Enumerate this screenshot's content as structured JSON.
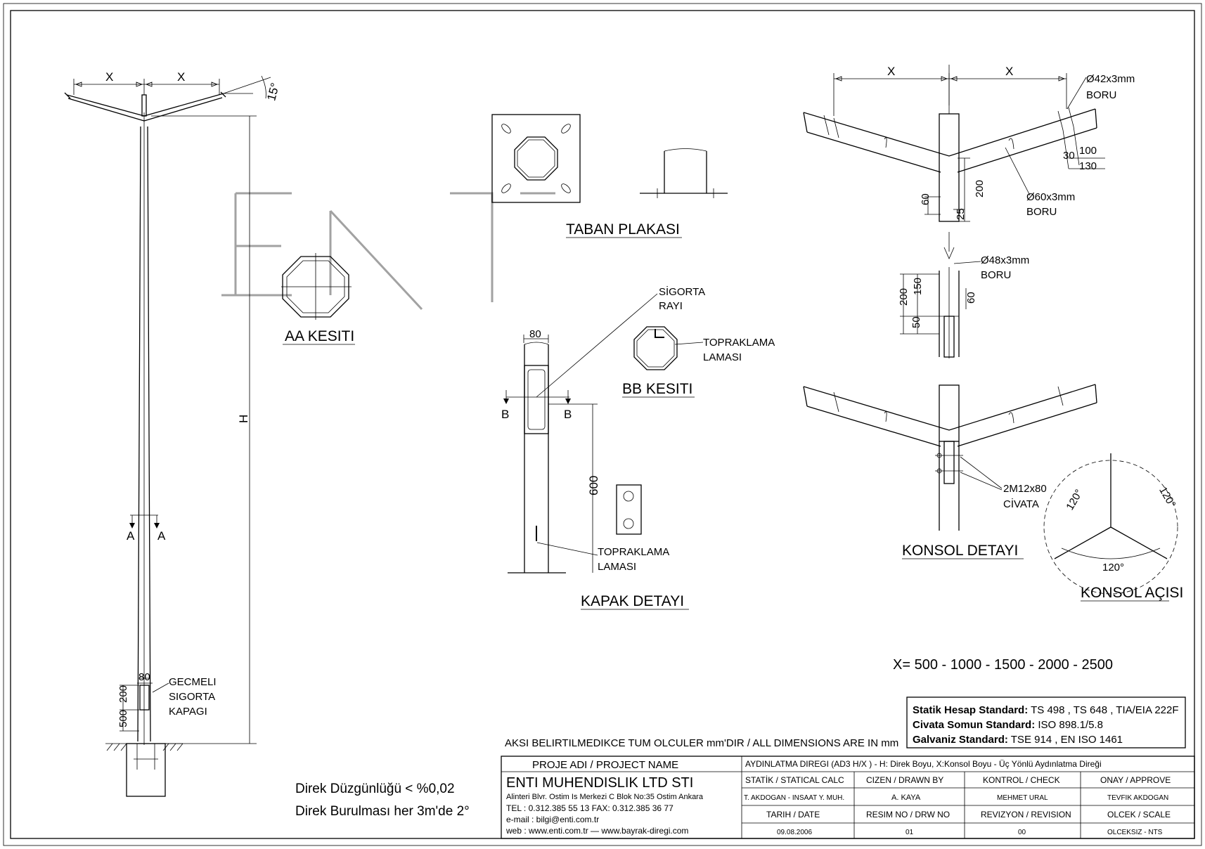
{
  "dimensions": {
    "x_left": "X",
    "x_right": "X",
    "angle_15": "15°",
    "height": "H",
    "d80_base": "80",
    "d500": "500",
    "d200_base": "200",
    "d80_cover": "80",
    "d600": "600",
    "kx_left": "X",
    "kx_right": "X",
    "d200_konsol": "200",
    "d60_konsol": "60",
    "d25": "25",
    "d30": "30",
    "d100": "100",
    "d130": "130",
    "d200_joint": "200",
    "d150": "150",
    "d50": "50",
    "d60_joint": "60",
    "angle_120_left": "120°",
    "angle_120_right": "120°",
    "angle_120_bottom": "120°"
  },
  "section_marks": {
    "a_left": "A",
    "a_right": "A",
    "b_left": "B",
    "b_right": "B"
  },
  "titles": {
    "aa_kesiti": "AA KESITI",
    "taban_plakasi": "TABAN PLAKASI",
    "bb_kesiti": "BB KESITI",
    "kapak_detayi": "KAPAK DETAYI",
    "konsol_detayi": "KONSOL DETAYI",
    "konsol_acisi": "KONSOL AÇISI"
  },
  "labels": {
    "gecmeli_1": "GECMELI",
    "gecmeli_2": "SIGORTA",
    "gecmeli_3": "KAPAGI",
    "sigorta_1": "SİGORTA",
    "sigorta_2": "RAYI",
    "topraklama_bb_1": "TOPRAKLAMA",
    "topraklama_bb_2": "LAMASI",
    "topraklama_kapak_1": "TOPRAKLAMA",
    "topraklama_kapak_2": "LAMASI",
    "boru42_1": "Ø42x3mm",
    "boru42_2": "BORU",
    "boru60_1": "Ø60x3mm",
    "boru60_2": "BORU",
    "boru48_1": "Ø48x3mm",
    "boru48_2": "BORU",
    "civata_1": "2M12x80",
    "civata_2": "CİVATA"
  },
  "notes": {
    "x_values": "X= 500 - 1000 - 1500 - 2000 - 2500",
    "dimensions_note": "AKSI BELIRTILMEDIKCE TUM OLCULER mm'DIR / ALL DIMENSIONS ARE IN mm",
    "duzgunluk": "Direk Düzgünlüğü < %0,02",
    "burulma": "Direk Burulması her 3m'de 2°"
  },
  "standards": [
    {
      "label": "Statik Hesap Standard:",
      "value": " TS 498 , TS 648 , TIA/EIA 222F"
    },
    {
      "label": "Civata Somun Standard:",
      "value": " ISO 898.1/5.8"
    },
    {
      "label": "Galvaniz Standard:",
      "value": " TSE 914 , EN ISO 1461"
    }
  ],
  "title_block": {
    "project_name_label": "PROJE ADI / PROJECT NAME",
    "project_name": "AYDINLATMA DIREGI (AD3 H/X ) - H: Direk Boyu, X:Konsol Boyu - Üç Yönlü Aydınlatma Direği",
    "company": "ENTI MUHENDISLIK LTD STI",
    "address": "Alinteri Blvr. Ostim Is Merkezi C Blok No:35 Ostim Ankara",
    "tel": "TEL : 0.312.385 55 13  FAX: 0.312.385 36 77",
    "email": "e-mail : bilgi@enti.com.tr",
    "web": "web    : www.enti.com.tr   —   www.bayrak-diregi.com",
    "statik_label": "STATİK / STATICAL CALC",
    "cizen_label": "CIZEN / DRAWN BY",
    "kontrol_label": "KONTROL / CHECK",
    "onay_label": "ONAY / APPROVE",
    "statik_value": "T. AKDOGAN - INSAAT Y. MUH.",
    "cizen_value": "A. KAYA",
    "kontrol_value": "MEHMET URAL",
    "onay_value": "TEVFIK AKDOGAN",
    "tarih_label": "TARIH / DATE",
    "resim_label": "RESIM NO / DRW NO",
    "revizyon_label": "REVIZYON / REVISION",
    "olcek_label": "OLCEK / SCALE",
    "tarih_value": "09.08.2006",
    "resim_value": "01",
    "revizyon_value": "00",
    "olcek_value": "OLCEKSIZ - NTS"
  }
}
